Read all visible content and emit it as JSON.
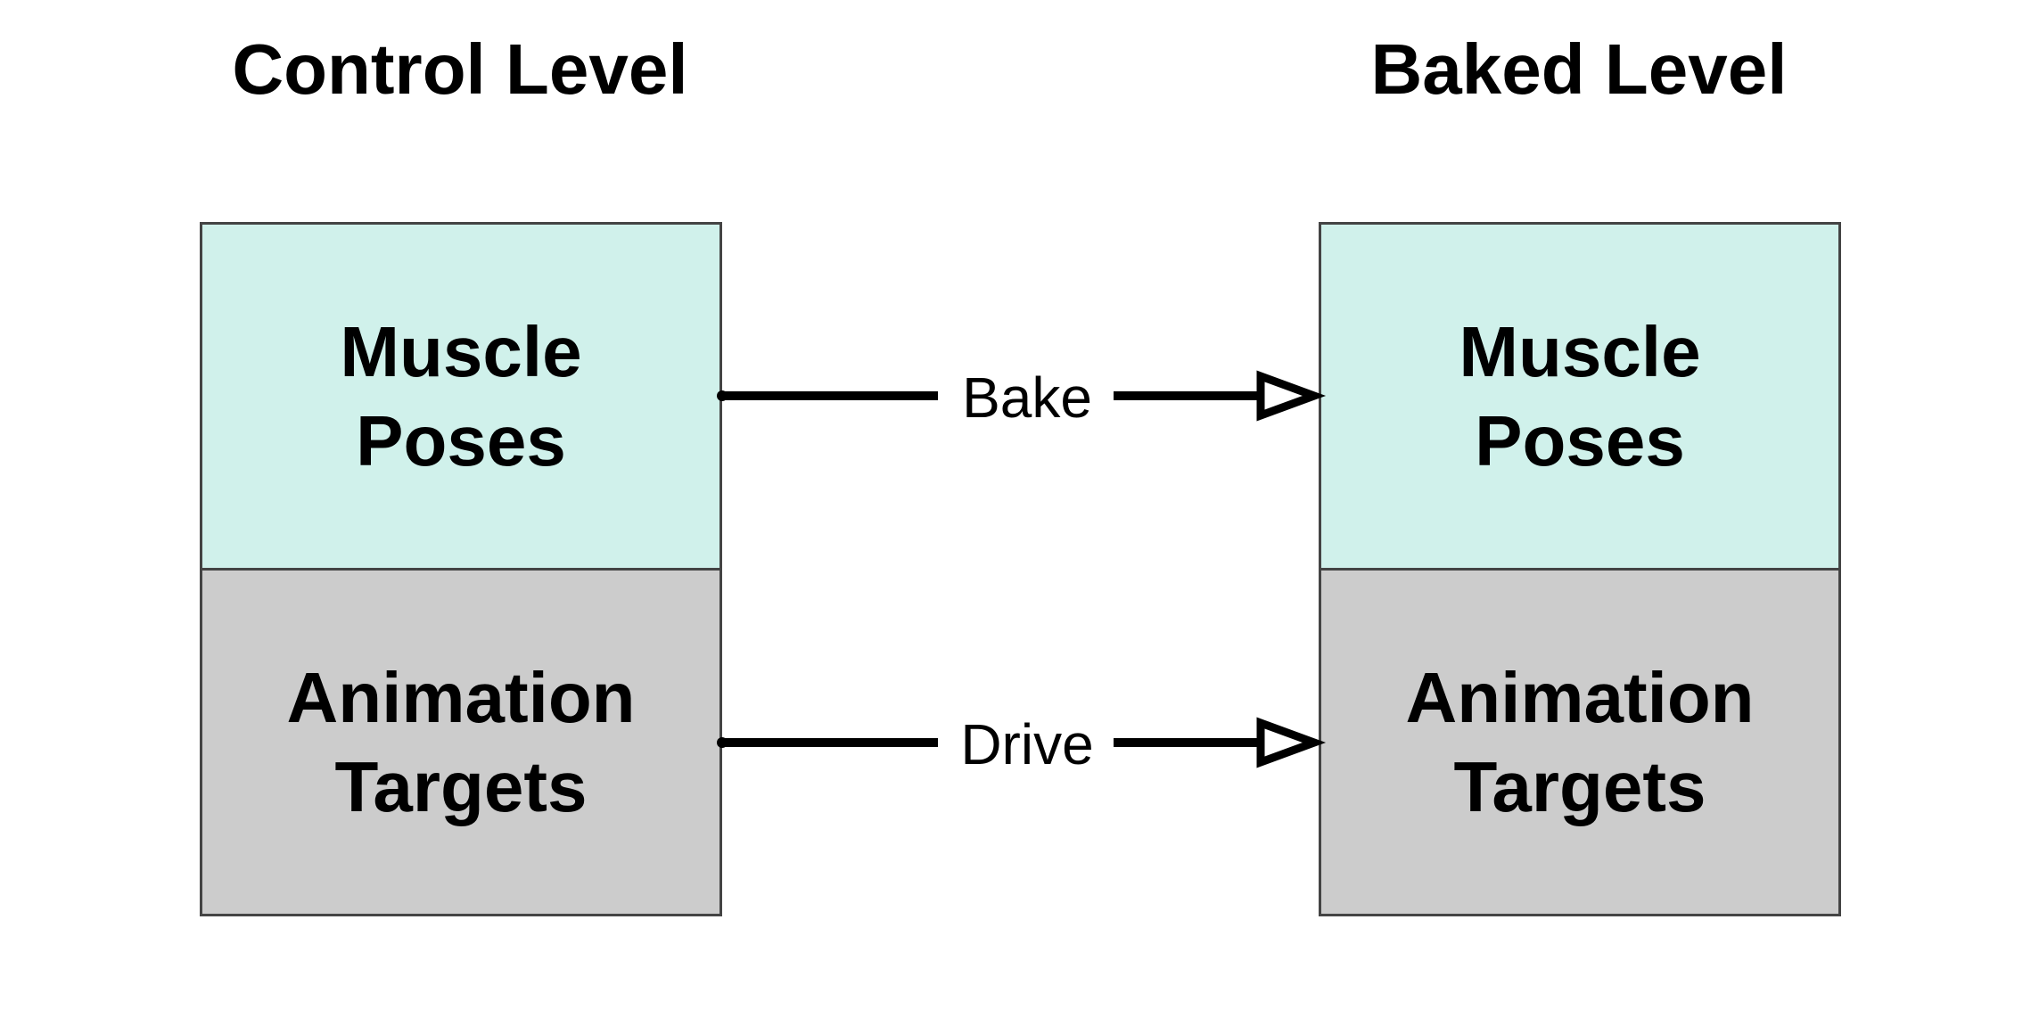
{
  "headings": {
    "left": "Control Level",
    "right": "Baked Level"
  },
  "colors": {
    "top_fill": "#d0f1eb",
    "bottom_fill": "#cccccc",
    "border": "#444444",
    "arrow": "#000000"
  },
  "left_column": {
    "top": {
      "line1": "Muscle",
      "line2": "Poses"
    },
    "bottom": {
      "line1": "Animation",
      "line2": "Targets"
    }
  },
  "right_column": {
    "top": {
      "line1": "Muscle",
      "line2": "Poses"
    },
    "bottom": {
      "line1": "Animation",
      "line2": "Targets"
    }
  },
  "arrows": {
    "top": {
      "label": "Bake"
    },
    "bottom": {
      "label": "Drive"
    }
  }
}
